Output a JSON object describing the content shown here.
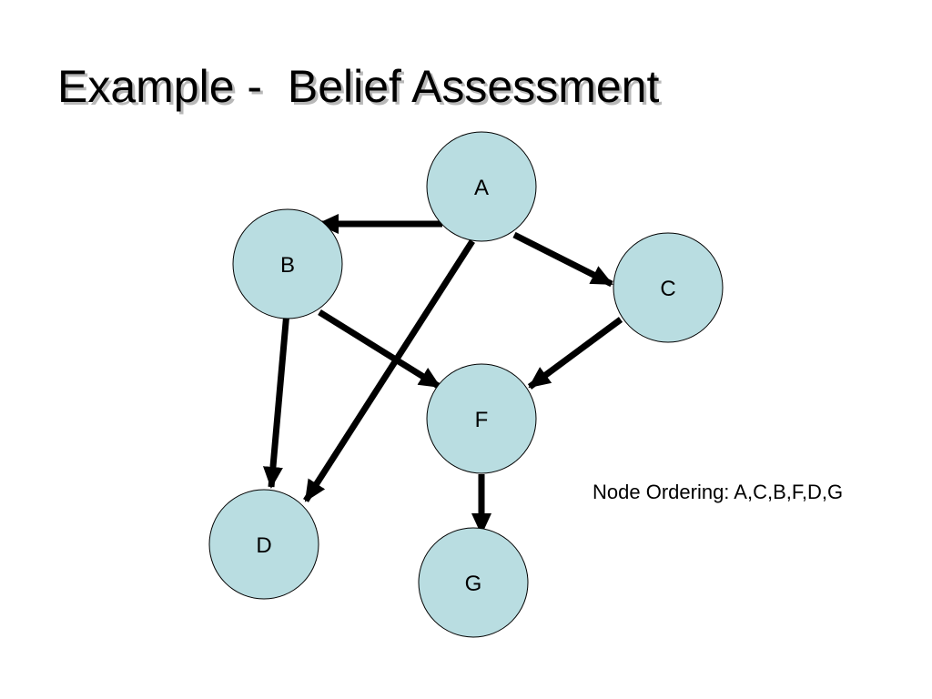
{
  "title": "Example -  Belief Assessment",
  "note": "Node Ordering: A,C,B,F,D,G",
  "colors": {
    "node_fill": "#b9dde1",
    "node_stroke": "#000000",
    "edge": "#000000"
  },
  "nodes": [
    {
      "id": "A",
      "label": "A"
    },
    {
      "id": "B",
      "label": "B"
    },
    {
      "id": "C",
      "label": "C"
    },
    {
      "id": "F",
      "label": "F"
    },
    {
      "id": "D",
      "label": "D"
    },
    {
      "id": "G",
      "label": "G"
    }
  ],
  "edges": [
    {
      "from": "A",
      "to": "B"
    },
    {
      "from": "A",
      "to": "C"
    },
    {
      "from": "A",
      "to": "D"
    },
    {
      "from": "B",
      "to": "F"
    },
    {
      "from": "B",
      "to": "D"
    },
    {
      "from": "C",
      "to": "F"
    },
    {
      "from": "F",
      "to": "G"
    }
  ]
}
